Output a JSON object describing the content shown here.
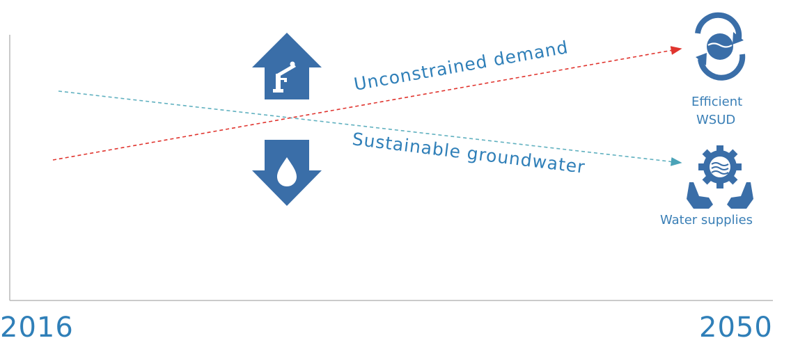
{
  "axis": {
    "start_year": "2016",
    "end_year": "2050"
  },
  "lines": {
    "demand_label": "Unconstrained demand",
    "groundwater_label": "Sustainable groundwater"
  },
  "labels": {
    "efficient": "Efficient",
    "wsud": "WSUD",
    "water_supplies": "Water supplies"
  },
  "colors": {
    "primary_blue": "#3a6ea8",
    "text_blue": "#2f7fb8",
    "demand_line": "#e0342e",
    "groundwater_line": "#5fb0bf",
    "axis": "#b8b8b8"
  },
  "icons": {
    "up_arrow": "pump-up-arrow-icon",
    "down_arrow": "water-drop-down-arrow-icon",
    "efficient": "recycle-water-icon",
    "water_supplies": "gear-hands-water-icon"
  }
}
